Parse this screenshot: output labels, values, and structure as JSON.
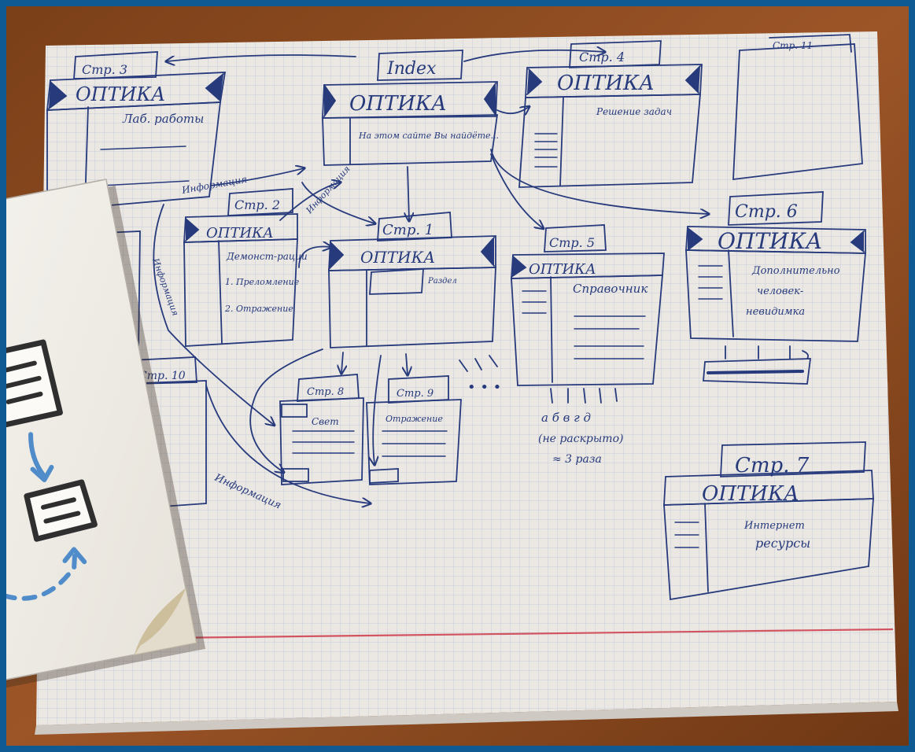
{
  "sketch": {
    "index_tab": "Index",
    "index_title": "ОПТИКА",
    "index_text": "На этом сайте Вы найдёте...",
    "page1_label": "Стр. 1",
    "page1_title": "ОПТИКА",
    "page1_note": "Раздел",
    "page2_label": "Стр. 2",
    "page2_title": "ОПТИКА",
    "page2_text_1": "Демонст-рации",
    "page2_text_2": "1. Преломление",
    "page2_text_3": "2. Отражение",
    "page3_label": "Стр. 3",
    "page3_title": "ОПТИКА",
    "page3_text": "Лаб. работы",
    "page4_label": "Стр. 4",
    "page4_title": "ОПТИКА",
    "page4_text": "Решение задач",
    "page5_label": "Стр. 5",
    "page5_title": "ОПТИКА",
    "page5_text": "Справочник",
    "page5_note_1": "а б в г д",
    "page5_note_2": "(не раскрыто)",
    "page5_note_3": "≈ 3 раза",
    "page6_label": "Стр. 6",
    "page6_title": "ОПТИКА",
    "page6_text_1": "Дополнительно",
    "page6_text_2": "человек-",
    "page6_text_3": "невидимка",
    "page7_label": "Стр. 7",
    "page7_title": "ОПТИКА",
    "page7_text_1": "Интернет",
    "page7_text_2": "ресурсы",
    "page8_label": "Стр. 8",
    "page8_text": "Свет",
    "page9_label": "Стр. 9",
    "page9_text": "Отражение",
    "page10_label": "Стр. 10",
    "page11_label": "Стр. 11",
    "link_word": "Информация",
    "ellipsis": "• • •"
  },
  "colors": {
    "frame": "#0f5a93",
    "ink": "#263a7c",
    "paper": "#ece8e4",
    "red_margin": "#d25461"
  }
}
